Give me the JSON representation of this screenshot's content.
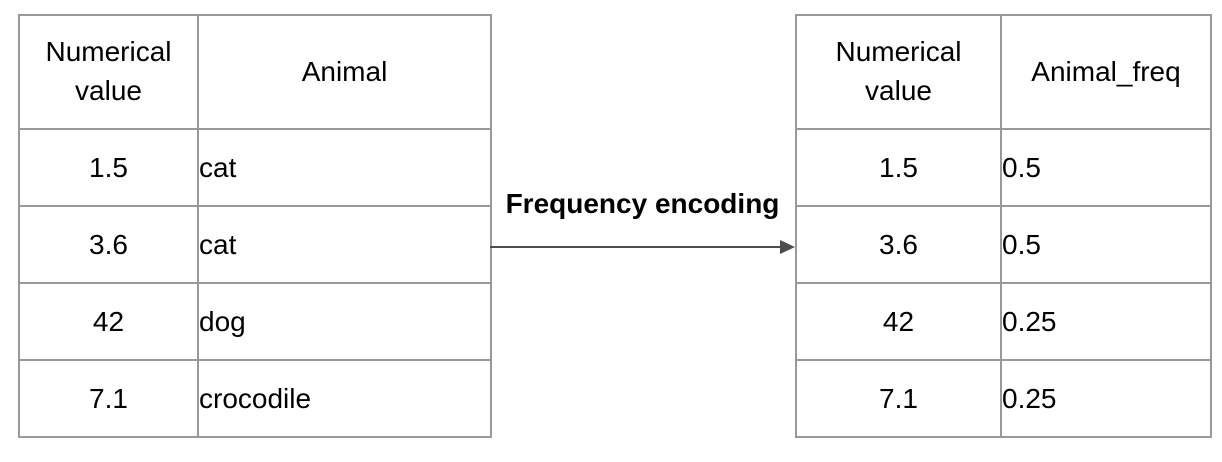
{
  "diagram": {
    "arrow_label": "Frequency encoding"
  },
  "left_table": {
    "headers": [
      "Numerical value",
      "Animal"
    ],
    "rows": [
      [
        "1.5",
        "cat"
      ],
      [
        "3.6",
        "cat"
      ],
      [
        "42",
        "dog"
      ],
      [
        "7.1",
        "crocodile"
      ]
    ]
  },
  "right_table": {
    "headers": [
      "Numerical value",
      "Animal_freq"
    ],
    "rows": [
      [
        "1.5",
        "0.5"
      ],
      [
        "3.6",
        "0.5"
      ],
      [
        "42",
        "0.25"
      ],
      [
        "7.1",
        "0.25"
      ]
    ]
  },
  "colors": {
    "table_border": "#999999",
    "arrow": "#4d4d4d",
    "text": "#000000",
    "background": "#ffffff"
  }
}
